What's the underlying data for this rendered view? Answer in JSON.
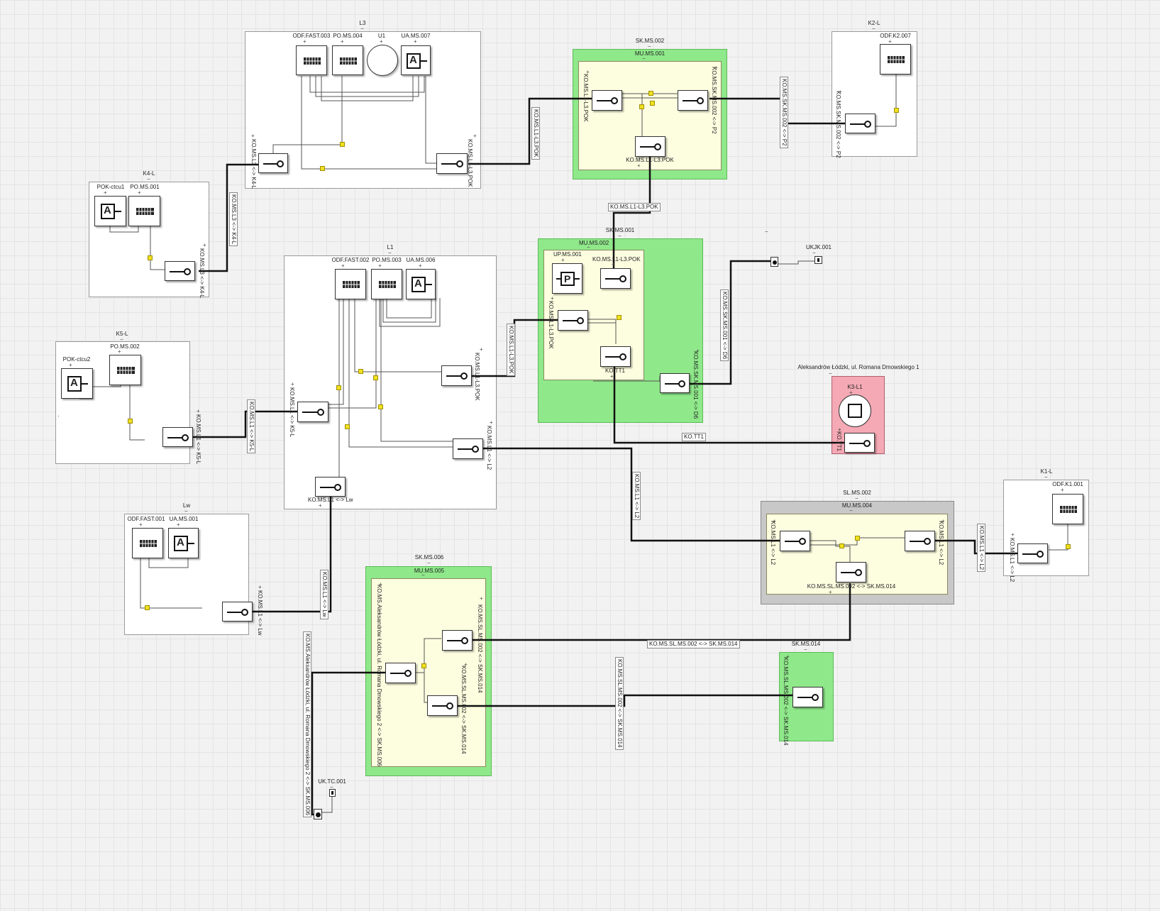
{
  "colors": {
    "site": "#8fe88a",
    "site_inner": "#fdfde0",
    "grey_site": "#c8c8c8",
    "pink_site": "#f4a9b4",
    "cable": "#111111",
    "marker": "#f0e020"
  },
  "nodes": {
    "l3": {
      "title": "L3",
      "odf": "ODF.FAST.003",
      "po": "PO.MS.004",
      "u1": "U1",
      "ua": "UA.MS.007",
      "left_port": "KO.MS.L3 <-> K4-L",
      "right_port": "KO.MS.L1-L3.POK"
    },
    "k4l": {
      "title": "K4-L",
      "pok": "POK-ctcu1",
      "po": "PO.MS.001",
      "port": "KO.MS.L3 <-> K4-L"
    },
    "k5l": {
      "title": "K5-L",
      "po": "PO.MS.002",
      "pok": "POK-ctcu2",
      "dot": "·",
      "port": "KO.MS.L1 <-> K5-L"
    },
    "l1": {
      "title": "L1",
      "odf": "ODF.FAST.002",
      "po": "PO.MS.003",
      "ua": "UA.MS.006",
      "port_k5": "KO.MS.L1 <-> K5-L",
      "port_pok": "KO.MS.L1-L3.POK",
      "port_l2": "KO.MS.L1 <-> L2",
      "port_lw": "KO.MS.L1 <-> Lw"
    },
    "lw": {
      "title": "Lw",
      "odf": "ODF.FAST.001",
      "ua": "UA.MS.001",
      "port": "KO.MS.L1 <-> Lw"
    },
    "k2l": {
      "title": "K2-L",
      "odf": "ODF.K2.007",
      "port": "KO.MS.SK.MS.002 <-> P2"
    },
    "k1l": {
      "title": "K1-L",
      "odf": "ODF.K1.001",
      "port": "KO.MS.L1 <-> L2"
    }
  },
  "sites": {
    "sk002": {
      "title": "SK.MS.002",
      "mu": "MU.MS.001",
      "port_left": "KO.MS.L1-L3.POK",
      "port_right": "KO.MS.SK.MS.002 <-> P2",
      "port_bottom": "KO.MS.L1-L3.POK"
    },
    "sk001": {
      "title": "SK.MS.001",
      "mu": "MU.MS.002",
      "up": "UP.MS.001",
      "port_top": "KO.MS.L1-L3.POK",
      "port_left": "KO.MS.L1-L3.POK",
      "port_tt": "KO.TT1",
      "port_d6": "KO.MS.SK.MS.001 <-> D6"
    },
    "k3l1": {
      "caption": "Aleksandrów Łódzki, ul. Romana Dmowskiego 1",
      "title": "K3-L1",
      "port": "KO.TT1"
    },
    "sl002": {
      "title": "SL.MS.002",
      "mu": "MU.MS.004",
      "port_left": "KO.MS.L1 <-> L2",
      "port_right": "KO.MS.L1 <-> L2",
      "port_bottom": "KO.MS.SL.MS.002 <-> SK.MS.014"
    },
    "sk006": {
      "title": "SK.MS.006",
      "mu": "MU.MS.005",
      "port_left": "KO.MS.Aleksandrów Łódzki, ul. Romana Dmowskiego 2 <-> SK.MS.006",
      "port_top": "KO.MS.SL.MS.002 <-> SK.MS.014",
      "port_bottom": "KO.MS.SL.MS.002 <-> SK.MS.014"
    },
    "sk014": {
      "title": "SK.MS.014",
      "port": "KO.MS.SL.MS.002 <-> SK.MS.014"
    }
  },
  "endpoints": {
    "ukjk": "UKJK.001",
    "uktc": "UK.TC.001"
  },
  "cable_labels": {
    "l3_k4l": "KO.MS.L3 <-> K4-L",
    "l1l3pok_a": "KO.MS.L1-L3.POK",
    "sk002_p2": "KO.MS.SK.MS.002 <-> P2",
    "l1l3pok_b": "KO.MS.L1-L3.POK",
    "sk001_d6": "KO.MS.SK.MS.001 <-> D6",
    "l1l3pok_c": "KO.MS.L1-L3.POK",
    "tt1": "KO.TT1",
    "l1_k5l": "KO.MS.L1 <-> K5-L",
    "l1_l2": "KO.MS.L1 <-> L2",
    "l1_l2_k1": "KO.MS.L1 <-> L2",
    "l1_lw": "KO.MS.L1 <-> Lw",
    "sl_sk014": "KO.MS.SL.MS.002 <-> SK.MS.014",
    "sl_sk014_v": "KO.MS.SL.MS.002 <-> SK.MS.014",
    "dmowskiego": "KO.MS.Aleksandrów Łódzki, ul. Romana Dmowskiego 2 <-> SK.MS.006"
  },
  "glyphs": {
    "collapse": "−",
    "expand": "+",
    "p": "P",
    "a": "A"
  }
}
